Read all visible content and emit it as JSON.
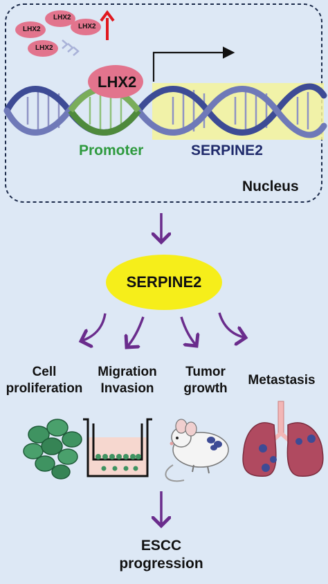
{
  "nucleus": {
    "label": "Nucleus",
    "small_lhx2": [
      "LHX2",
      "LHX2",
      "LHX2",
      "LHX2"
    ],
    "tf_label": "LHX2",
    "promoter_label": "Promoter",
    "gene_label": "SERPINE2"
  },
  "hub": {
    "label": "SERPINE2"
  },
  "outcomes": [
    {
      "label_line1": "Cell",
      "label_line2": "proliferation"
    },
    {
      "label_line1": "Migration",
      "label_line2": "Invasion"
    },
    {
      "label_line1": "Tumor",
      "label_line2": "growth"
    },
    {
      "label_line1": "Metastasis",
      "label_line2": ""
    }
  ],
  "final": {
    "label_line1": "ESCC",
    "label_line2": "progression"
  },
  "colors": {
    "background": "#dde8f5",
    "lhx2_pink": "#e2748d",
    "promoter_green": "#2e9a3e",
    "gene_navy": "#1f2a6b",
    "arrow_purple": "#6a2c8c",
    "hub_yellow": "#f6ee1a",
    "up_arrow_red": "#e0181e"
  },
  "icons": [
    "up-arrow-icon",
    "chevrons-icon",
    "transcription-arrow-icon",
    "dna-helix-icon",
    "cell-cluster-icon",
    "transwell-icon",
    "mouse-icon",
    "lungs-icon"
  ]
}
